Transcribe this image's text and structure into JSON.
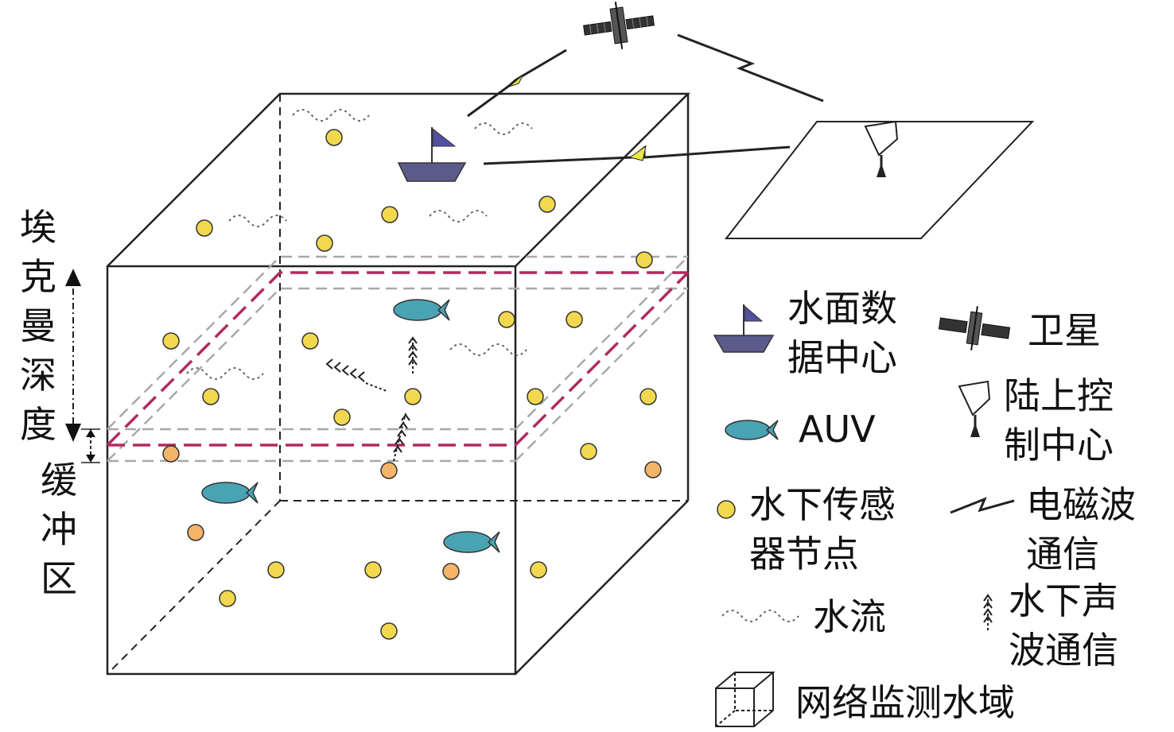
{
  "labels": {
    "ekman_depth": [
      "埃",
      "克",
      "曼",
      "深",
      "度"
    ],
    "buffer_zone": [
      "缓",
      "冲",
      "区"
    ]
  },
  "legend": {
    "surface_data_center": [
      "水面数",
      "据中心"
    ],
    "satellite": "卫星",
    "auv": "AUV",
    "land_control_center": [
      "陆上控",
      "制中心"
    ],
    "underwater_sensor_node": [
      "水下传感",
      "器节点"
    ],
    "em_wave_comm": [
      "电磁波",
      "通信"
    ],
    "water_flow": "水流",
    "underwater_acoustic_comm": [
      "水下声",
      "波通信"
    ],
    "monitoring_area": "网络监测水域"
  },
  "colors": {
    "boat_hull": "#5c5a8a",
    "boat_flag": "#5450a0",
    "fish": "#4aa3b3",
    "node_yellow": "#f2d84e",
    "node_orange": "#f4b469",
    "layer_magenta": "#b2295e",
    "layer_grey": "#a8a8a8",
    "lightning": "#e8e840"
  },
  "icons": [
    "satellite-icon",
    "boat-icon",
    "fish-icon",
    "sensor-node-icon",
    "control-center-icon",
    "lightning-icon",
    "water-wave-icon",
    "acoustic-signal-icon",
    "cube-icon"
  ]
}
